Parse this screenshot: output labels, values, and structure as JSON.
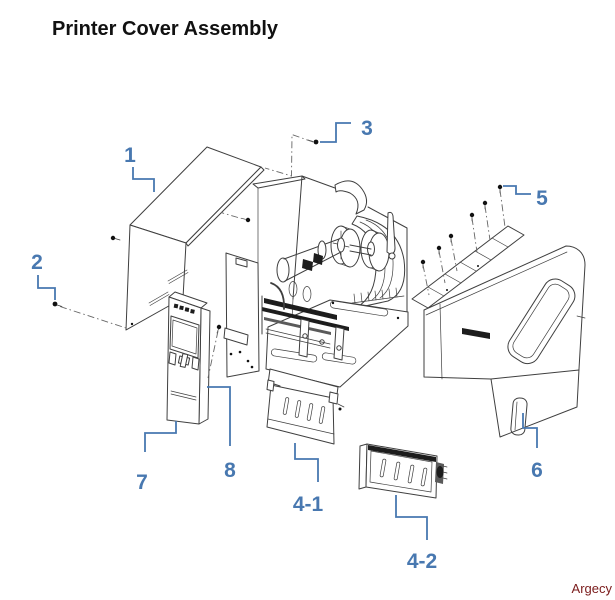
{
  "page": {
    "title": "Printer Cover Assembly",
    "watermark": "Argecy"
  },
  "colors": {
    "callout_accent": "#4878b0",
    "diagram_line": "#3f3f3f",
    "watermark_text": "#7a1b1b",
    "background": "#ffffff"
  },
  "diagram": {
    "type": "exploded-parts-diagram",
    "callouts": [
      {
        "label": "1"
      },
      {
        "label": "2"
      },
      {
        "label": "3"
      },
      {
        "label": "5"
      },
      {
        "label": "6"
      },
      {
        "label": "7"
      },
      {
        "label": "8"
      },
      {
        "label": "4-1"
      },
      {
        "label": "4-2"
      }
    ]
  }
}
